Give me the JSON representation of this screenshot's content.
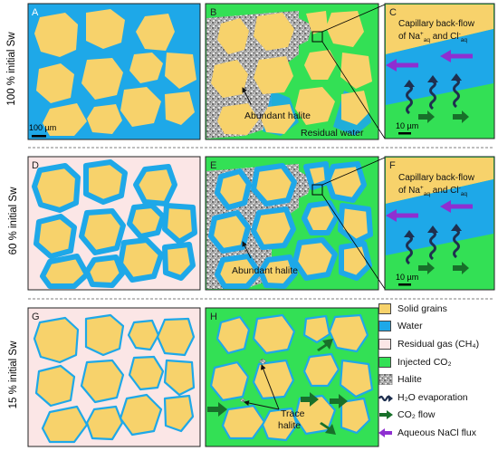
{
  "rows": [
    {
      "label": "100 % initial Sw"
    },
    {
      "label": "60 % initial Sw"
    },
    {
      "label": "15 % initial Sw"
    }
  ],
  "panels": {
    "A": "A",
    "B": "B",
    "C": "C",
    "D": "D",
    "E": "E",
    "F": "F",
    "G": "G",
    "H": "H"
  },
  "annotations": {
    "scale_100um": "100 µm",
    "scale_10um_c": "10 µm",
    "scale_10um_f": "10 µm",
    "abundant_halite_b": "Abundant halite",
    "residual_water_b": "Residual water",
    "abundant_halite_e": "Abundant halite",
    "trace_halite_line1": "Trace",
    "trace_halite_line2": "halite",
    "capillary_line1": "Capillary back-flow",
    "capillary_line2_prefix": "of Na",
    "capillary_line2_mid": " and Cl",
    "sup_plus": "+",
    "sup_minus": "-",
    "sub_aq": "aq"
  },
  "legend": [
    {
      "label": "Solid grains",
      "icon": "swatch",
      "color": "#f7d26b"
    },
    {
      "label": "Water",
      "icon": "swatch",
      "color": "#1ea8e8"
    },
    {
      "label": "Residual gas (CH₄)",
      "icon": "swatch",
      "color": "#fbe6e6"
    },
    {
      "label": "Injected CO₂",
      "icon": "swatch",
      "color": "#33e055"
    },
    {
      "label": "Halite",
      "icon": "halite-texture",
      "color": "#9a9a9a"
    },
    {
      "label": "H₂O evaporation",
      "icon": "wavy-arrow-icon",
      "color": "#1e2f4f"
    },
    {
      "label": "CO₂ flow",
      "icon": "green-arrow-icon",
      "color": "#18702a"
    },
    {
      "label": "Aqueous NaCl flux",
      "icon": "purple-arrow-icon",
      "color": "#8e2fd1"
    }
  ],
  "colors": {
    "grain": "#f7d26b",
    "water": "#1ea8e8",
    "gas": "#fbe6e6",
    "co2": "#33e055",
    "halite": "#9a9a9a",
    "co2_arrow": "#18702a",
    "nacl_arrow": "#8e2fd1",
    "evap": "#1e2f4f"
  }
}
